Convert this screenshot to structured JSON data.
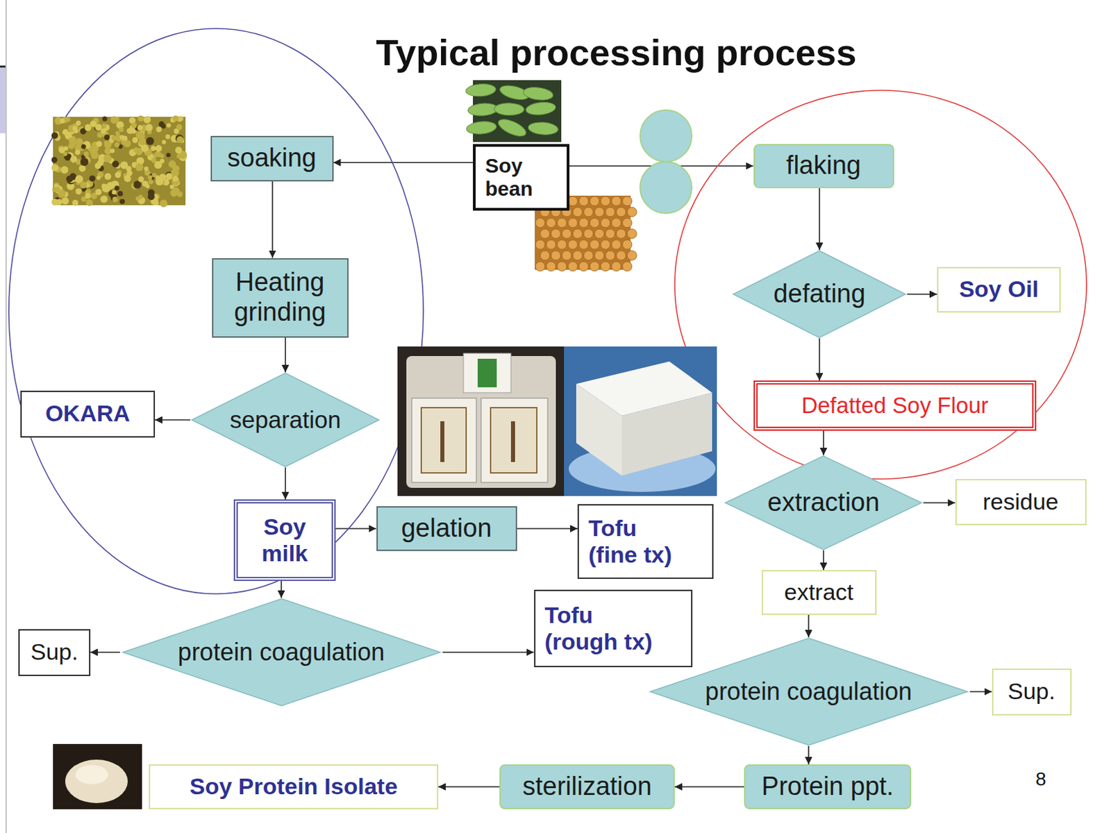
{
  "diagram": {
    "title": "Typical processing process",
    "nodes": [
      {
        "text": [
          "soaking"
        ]
      },
      {
        "text": [
          "Soy bean"
        ]
      },
      {
        "text": [
          "flaking"
        ]
      },
      {
        "text": [
          "Heating grinding"
        ]
      },
      {
        "text": [
          "defating"
        ]
      },
      {
        "text": [
          "Soy Oil"
        ]
      },
      {
        "text": [
          "OKARA"
        ]
      },
      {
        "text": [
          "separation"
        ]
      },
      {
        "text": [
          "Defatted Soy Flour"
        ]
      },
      {
        "text": [
          "extraction"
        ]
      },
      {
        "text": [
          "residue"
        ]
      },
      {
        "text": [
          "Soy milk"
        ]
      },
      {
        "text": [
          "gelation"
        ]
      },
      {
        "text": [
          "Tofu (fine tx)"
        ]
      },
      {
        "text": [
          "extract"
        ]
      },
      {
        "text": [
          "Sup."
        ]
      },
      {
        "text": [
          "protein coagulation"
        ]
      },
      {
        "text": [
          "Tofu (rough tx)"
        ]
      },
      {
        "text": [
          "protein coagulation"
        ]
      },
      {
        "text": [
          "Sup."
        ]
      },
      {
        "text": [
          "Soy Protein Isolate"
        ]
      },
      {
        "text": [
          "sterilization"
        ]
      },
      {
        "text": [
          "Protein ppt."
        ]
      }
    ],
    "edges": [
      {
        "from": 1,
        "to": 0,
        "arrow": "to"
      },
      {
        "from": 1,
        "to": 2,
        "arrow": "to"
      },
      {
        "from": 0,
        "to": 3,
        "arrow": "to"
      },
      {
        "from": 2,
        "to": 4,
        "arrow": "to"
      },
      {
        "from": 4,
        "to": 5,
        "arrow": "to"
      },
      {
        "from": 3,
        "to": 7,
        "arrow": "to"
      },
      {
        "from": 7,
        "to": 6,
        "arrow": "to"
      },
      {
        "from": 4,
        "to": 8,
        "arrow": "to"
      },
      {
        "from": 8,
        "to": 9,
        "arrow": "to"
      },
      {
        "from": 9,
        "to": 10,
        "arrow": "to"
      },
      {
        "from": 7,
        "to": 11,
        "arrow": "to"
      },
      {
        "from": 11,
        "to": 12,
        "arrow": "to"
      },
      {
        "from": 12,
        "to": 13,
        "arrow": "to"
      },
      {
        "from": 9,
        "to": 14,
        "arrow": "to"
      },
      {
        "from": 11,
        "to": 16,
        "arrow": "to"
      },
      {
        "from": 16,
        "to": 15,
        "arrow": "to"
      },
      {
        "from": 16,
        "to": 17,
        "arrow": "to"
      },
      {
        "from": 14,
        "to": 18,
        "arrow": "to"
      },
      {
        "from": 18,
        "to": 19,
        "arrow": "to"
      },
      {
        "from": 18,
        "to": 22,
        "arrow": "to"
      },
      {
        "from": 22,
        "to": 21,
        "arrow": "to"
      },
      {
        "from": 21,
        "to": 20,
        "arrow": "to"
      }
    ],
    "labels": [
      "8"
    ]
  }
}
